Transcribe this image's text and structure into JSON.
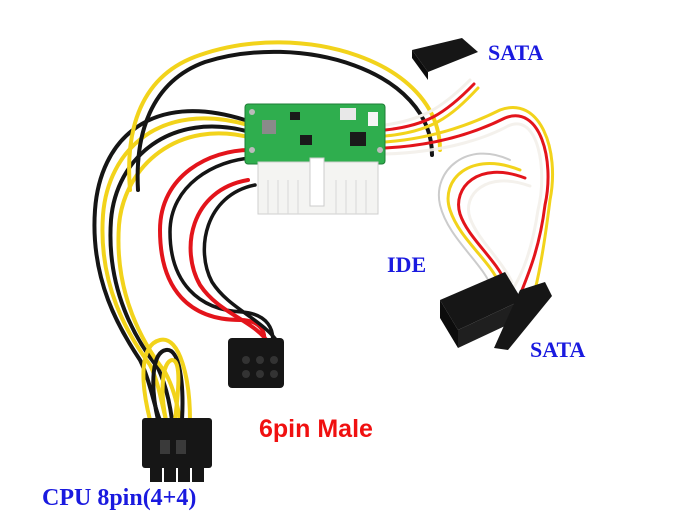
{
  "image": {
    "subject": "Pico PSU module with 24-pin ATX connector and wiring harness",
    "background_color": "#ffffff"
  },
  "labels": {
    "sata_top": "SATA",
    "ide": "IDE",
    "sata_bottom": "SATA",
    "six_pin": "6pin Male",
    "cpu": "CPU 8pin(4+4)"
  },
  "colors": {
    "label_blue": "#1a1adf",
    "label_red": "#f01010",
    "wire_yellow": "#f2d31b",
    "wire_red": "#e3141b",
    "wire_black": "#151515",
    "wire_white": "#f3f0ea",
    "pcb_green": "#2fae4e",
    "connector_white": "#f4f4f2",
    "connector_black": "#161616"
  },
  "components": [
    {
      "name": "PCB module",
      "connector": "24-pin ATX male"
    },
    {
      "name": "SATA connector",
      "position": "top right"
    },
    {
      "name": "IDE Molex connector",
      "position": "right"
    },
    {
      "name": "SATA connector",
      "position": "lower right"
    },
    {
      "name": "6-pin PCIe male connector",
      "position": "bottom center"
    },
    {
      "name": "CPU 8-pin (4+4) connector",
      "position": "bottom left"
    }
  ]
}
